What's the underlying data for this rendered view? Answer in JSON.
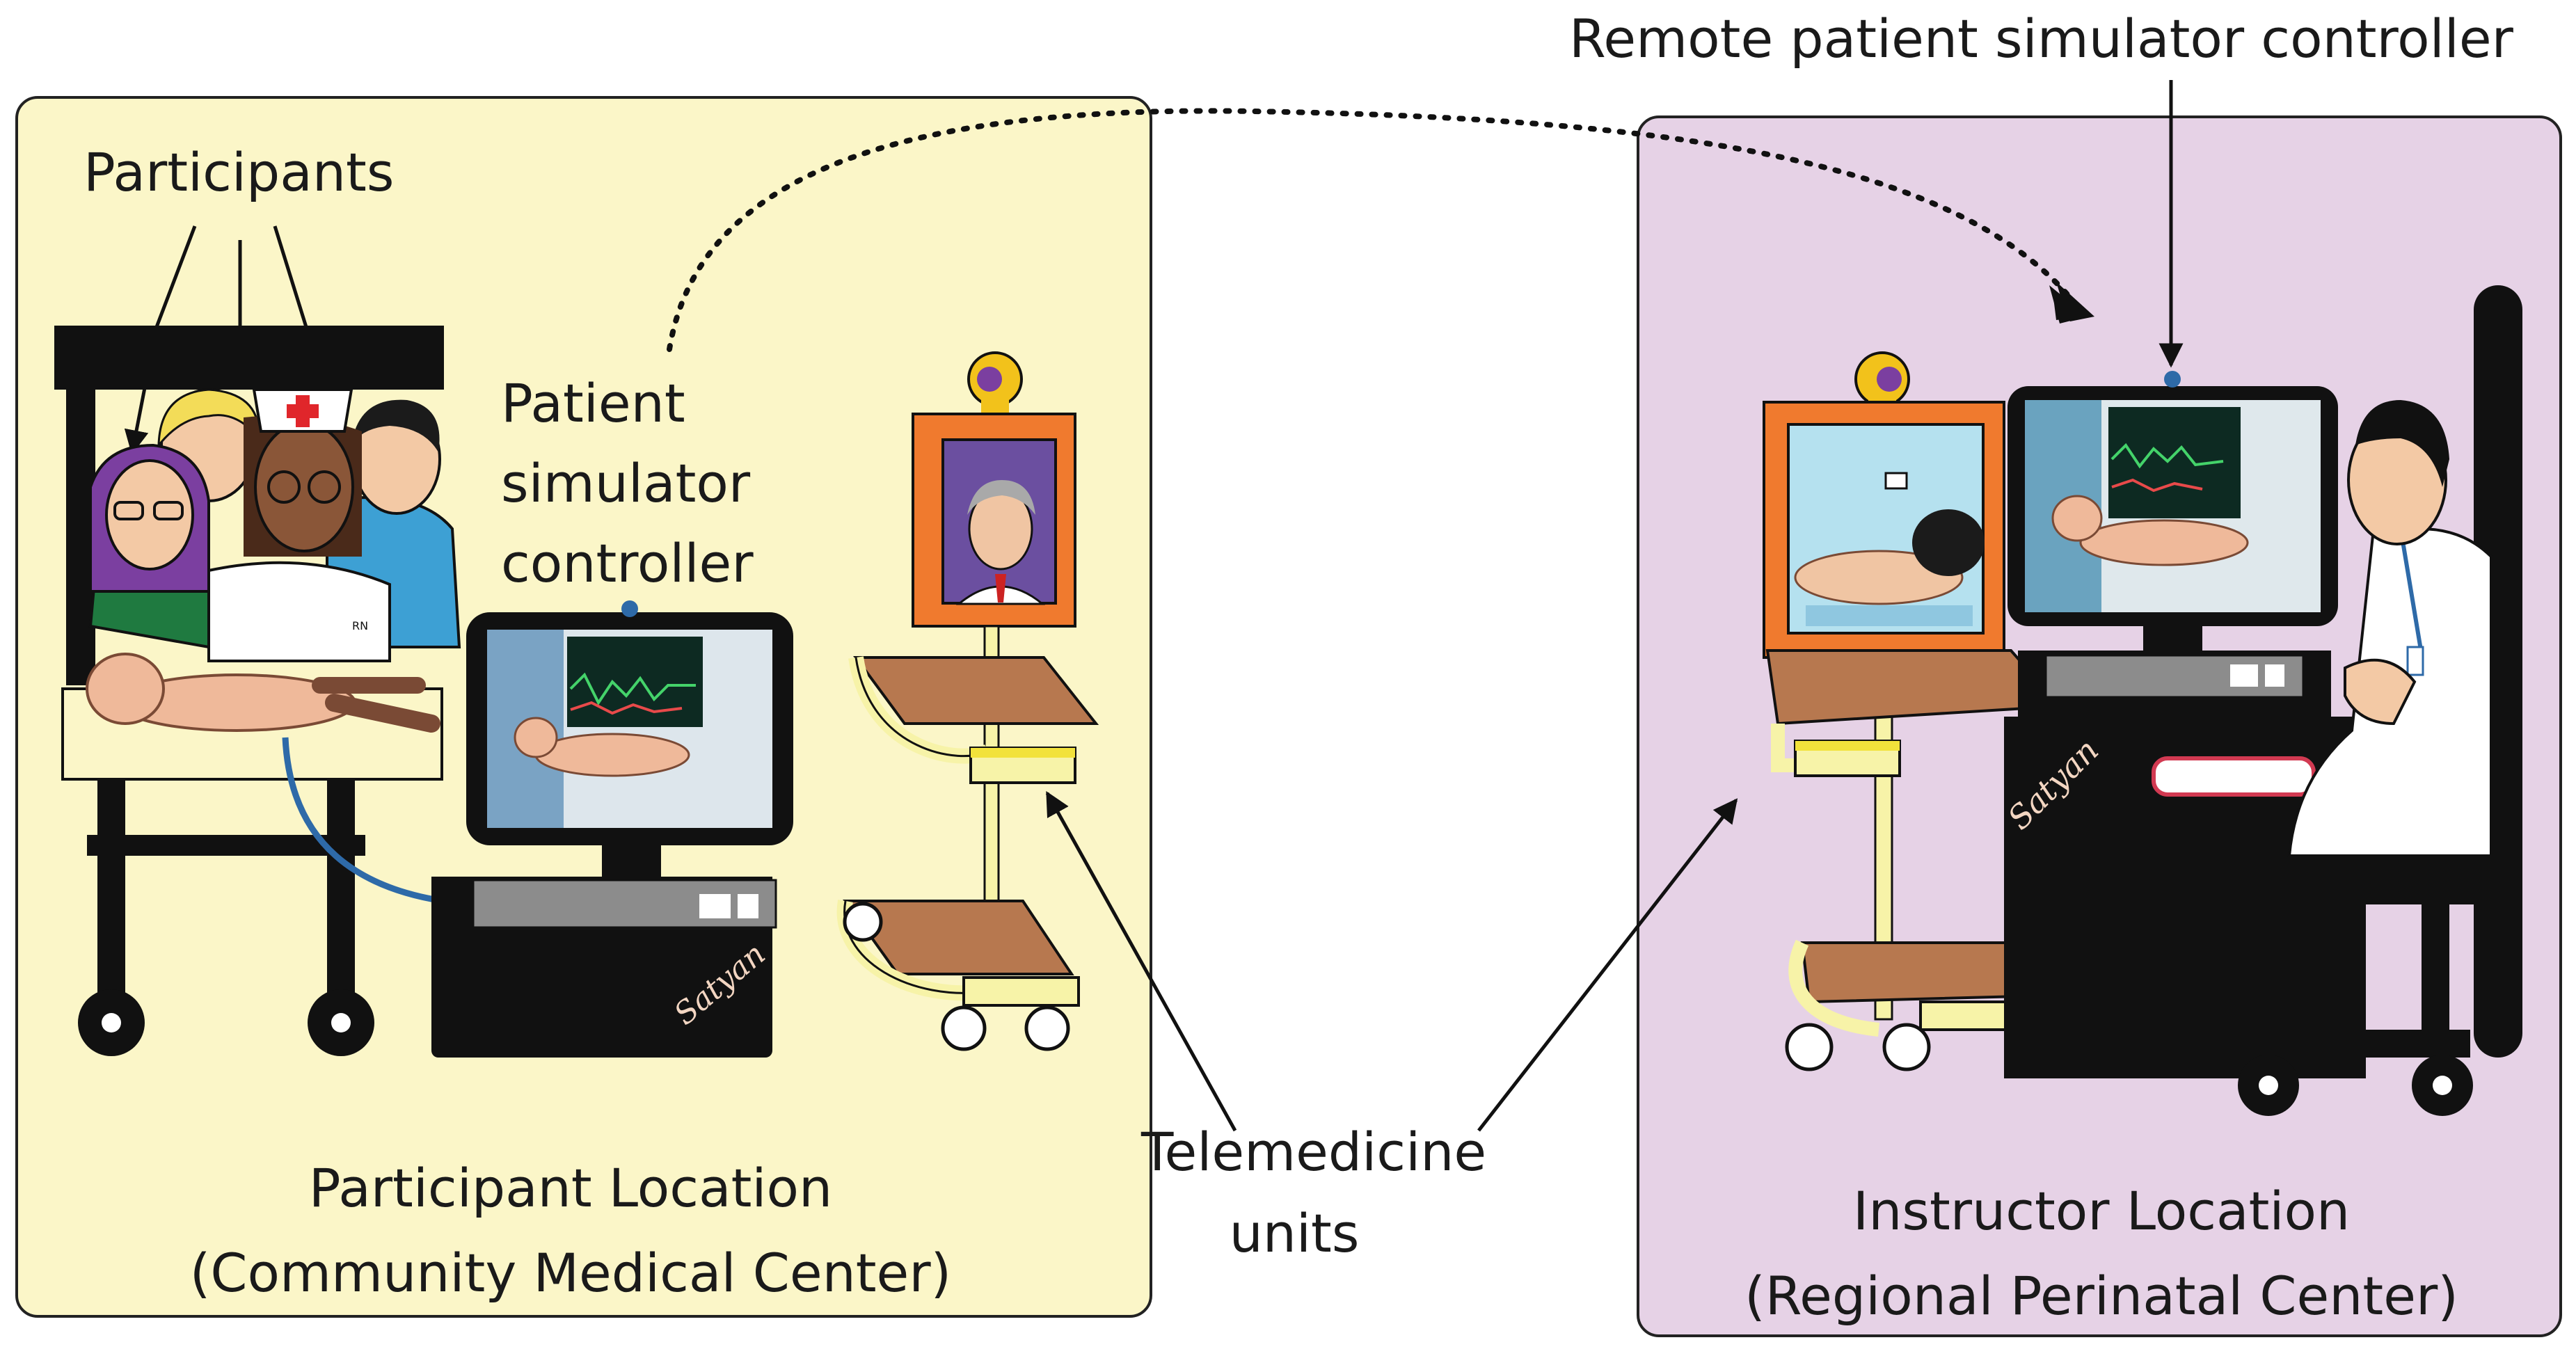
{
  "labels": {
    "participants": "Participants",
    "patient_sim_line1": "Patient",
    "patient_sim_line2": "simulator",
    "patient_sim_line3": "controller",
    "remote_controller": "Remote patient simulator controller",
    "telemedicine_line1": "Telemedicine",
    "telemedicine_line2": "units",
    "participant_location_line1": "Participant Location",
    "participant_location_line2": "(Community Medical Center)",
    "instructor_location_line1": "Instructor Location",
    "instructor_location_line2": "(Regional Perinatal Center)",
    "nurse_badge": "RN",
    "computer_brand": "Satyan"
  },
  "colors": {
    "participant_panel": "#fbf6c8",
    "instructor_panel": "#e6d2e6",
    "dark": "#111111",
    "telemed_frame": "#f07a2e",
    "tray": "#b7784f",
    "cart_frame": "#f7f3a8",
    "camera": "#f2c21b",
    "cable": "#2e6aa8"
  }
}
